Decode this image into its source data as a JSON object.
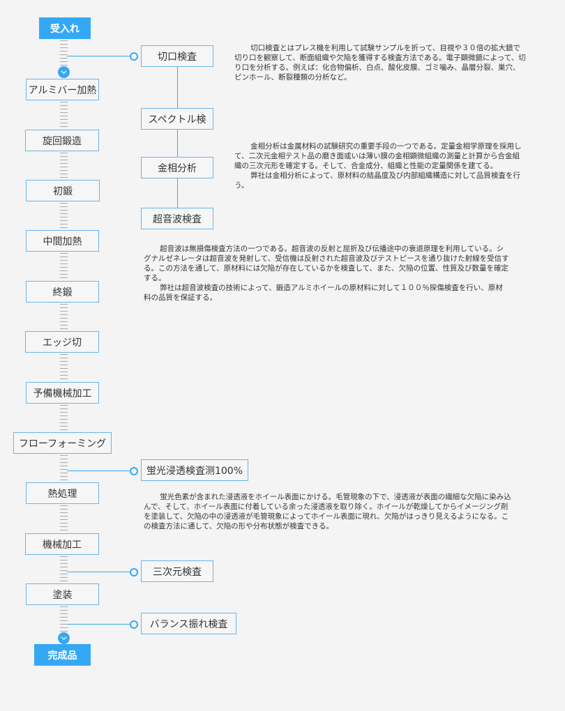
{
  "process": {
    "start": "受入れ",
    "steps": [
      "アルミバー加熱",
      "旋回鍛造",
      "初鍛",
      "中間加熱",
      "終鍛",
      "エッジ切",
      "予備機械加工",
      "フローフォーミング",
      "熱処理",
      "機械加工",
      "塗装"
    ],
    "end": "完成品"
  },
  "inspections": {
    "cut": "切口検査",
    "spectrum": "スペクトル検",
    "metallo": "金相分析",
    "ultrasonic": "超音波検査",
    "fluorescent": "蛍光浸透検査测100%",
    "three_d": "三次元検査",
    "balance": "バランス振れ検査"
  },
  "descriptions": {
    "cut": [
      "切口検査とはプレス機を利用して試験サンプルを折って、目視や３０倍の拡大鏡で切り口を観察して、断面組織や欠陥を獲得する検査方法である。電子顕微鏡によって、切り口を分析する。例えば：化合物偏析、白点、酸化皮膜、ゴミ噛み、晶層分裂、巣穴、ピンホール、断裂種類の分析など。"
    ],
    "metallo": [
      "金相分析は金属材料の試験研究の重要手段の一つである。定量金相学原理を採用して、二次元金相テスト品の磨き面或いは薄い膜の金相顕微組織の測量と計算から合金組織の三次元形を確定する。そして、合金成分、組織と性能の定量関係を建てる。",
      "弊社は金相分析によって、原材料の結晶度及び内部組織構造に対して品質検査を行う。"
    ],
    "ultrasonic": [
      "超音波は無損傷検査方法の一つである。超音波の反射と屈折及び伝播途中の衰退原理を利用している。シグナルゼネレータは超音波を発射して、受信機は反射された超音波及びテストピースを通り抜けた射線を受信する。この方法を通して、原材料には欠陥が存在しているかを検査して、また、欠陥の位置、性質及び数量を確定する。",
      "弊社は超音波検査の技術によって、鍛造アルミホイールの原材料に対して１００％探傷検査を行い、原材料の品質を保証する。"
    ],
    "fluorescent": [
      "蛍光色素が含まれた浸透液をホイール表面にかける。毛管現象の下で、浸透液が表面の繊細な欠陥に染み込んで、そして、ホイール表面に付着している余った浸透液を取り除く。ホイールが乾燥してからイメージング剤を塗装して、欠陥の中の浸透液が毛管現象によってホイール表面に現れ、欠陥がはっきり見えるようになる。この検査方法に通して、欠陥の形や分布状態が検査できる。"
    ]
  },
  "colors": {
    "accent": "#35a8f5",
    "border": "#6ab4ec",
    "background": "#f4f4f4"
  }
}
